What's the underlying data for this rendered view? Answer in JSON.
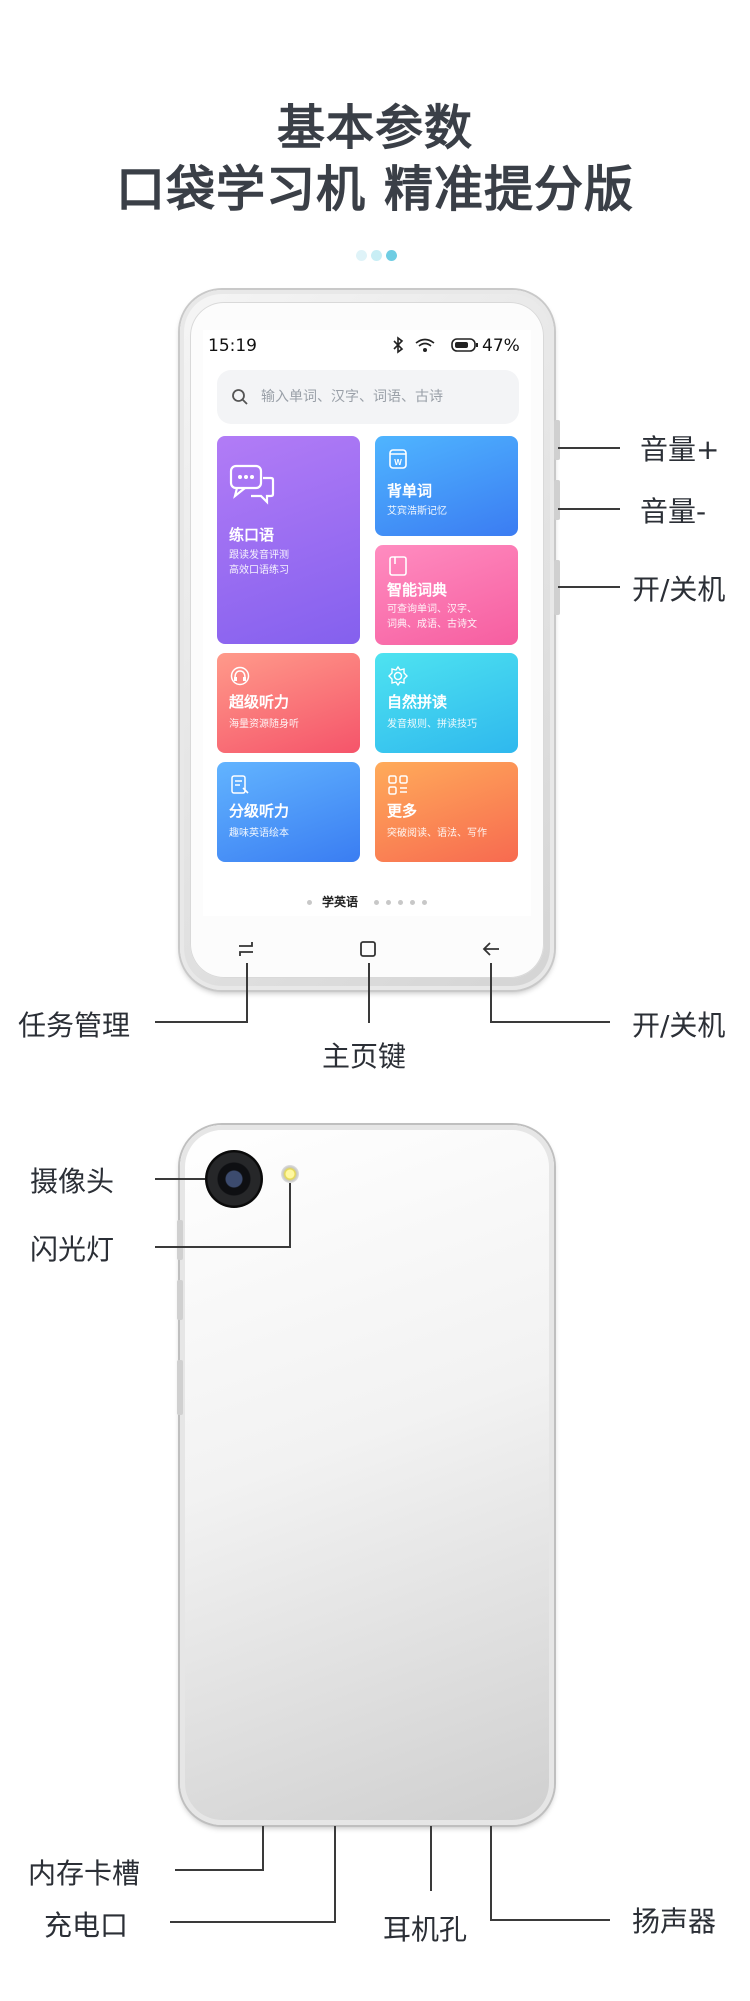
{
  "header": {
    "title_line1": "基本参数",
    "title_line2": "口袋学习机 精准提分版"
  },
  "carousel_dots": [
    "#dff3f8",
    "#c8eef5",
    "#6fcde3"
  ],
  "front": {
    "status": {
      "time": "15:19",
      "battery": "47%"
    },
    "search": {
      "placeholder": "输入单词、汉字、词语、古诗"
    },
    "cards": [
      {
        "title": "练口语",
        "sub": [
          "跟读发音评测",
          "高效口语练习"
        ],
        "icon": "chat-icon"
      },
      {
        "title": "背单词",
        "sub": [
          "艾宾浩斯记忆"
        ],
        "icon": "word-book-icon"
      },
      {
        "title": "智能词典",
        "sub": [
          "可查询单词、汉字、",
          "词典、成语、古诗文"
        ],
        "icon": "dictionary-icon"
      },
      {
        "title": "超级听力",
        "sub": [
          "海量资源随身听"
        ],
        "icon": "headphones-icon"
      },
      {
        "title": "自然拼读",
        "sub": [
          "发音规则、拼读技巧"
        ],
        "icon": "gear-icon"
      },
      {
        "title": "分级听力",
        "sub": [
          "趣味英语绘本"
        ],
        "icon": "reading-icon"
      },
      {
        "title": "更多",
        "sub": [
          "突破阅读、语法、写作"
        ],
        "icon": "grid-icon"
      }
    ],
    "page_label": "学英语",
    "labels": {
      "volume_up": "音量+",
      "volume_down": "音量-",
      "power_side": "开/关机",
      "task_manager": "任务管理",
      "home_key": "主页键",
      "back_key": "开/关机"
    }
  },
  "back": {
    "labels": {
      "camera": "摄像头",
      "flash": "闪光灯",
      "memory_slot": "内存卡槽",
      "charging_port": "充电口",
      "headphone_jack": "耳机孔",
      "speaker": "扬声器"
    }
  }
}
